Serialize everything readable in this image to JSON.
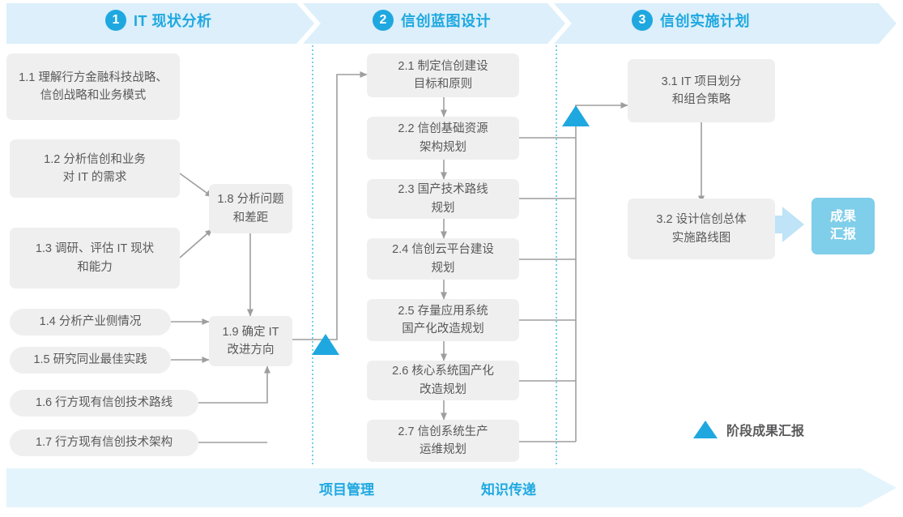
{
  "phases": [
    {
      "num": "1",
      "title": "IT 现状分析"
    },
    {
      "num": "2",
      "title": "信创蓝图设计"
    },
    {
      "num": "3",
      "title": "信创实施计划"
    }
  ],
  "phase1_boxes": [
    {
      "id": "1.1",
      "text": "1.1 理解行方金融科技战略、\n信创战略和业务模式"
    },
    {
      "id": "1.2",
      "text": "1.2 分析信创和业务\n对 IT 的需求"
    },
    {
      "id": "1.3",
      "text": "1.3 调研、评估 IT 现状\n和能力"
    },
    {
      "id": "1.4",
      "text": "1.4 分析产业侧情况"
    },
    {
      "id": "1.5",
      "text": "1.5 研究同业最佳实践"
    },
    {
      "id": "1.6",
      "text": "1.6 行方现有信创技术路线"
    },
    {
      "id": "1.7",
      "text": "1.7 行方现有信创技术架构"
    },
    {
      "id": "1.8",
      "text": "1.8 分析问题\n和差距"
    },
    {
      "id": "1.9",
      "text": "1.9 确定 IT\n改进方向"
    }
  ],
  "phase2_boxes": [
    {
      "id": "2.1",
      "text": "2.1 制定信创建设\n目标和原则"
    },
    {
      "id": "2.2",
      "text": "2.2 信创基础资源\n架构规划"
    },
    {
      "id": "2.3",
      "text": "2.3 国产技术路线\n规划"
    },
    {
      "id": "2.4",
      "text": "2.4 信创云平台建设\n规划"
    },
    {
      "id": "2.5",
      "text": "2.5 存量应用系统\n国产化改造规划"
    },
    {
      "id": "2.6",
      "text": "2.6 核心系统国产化\n改造规划"
    },
    {
      "id": "2.7",
      "text": "2.7 信创系统生产\n运维规划"
    }
  ],
  "phase3_boxes": [
    {
      "id": "3.1",
      "text": "3.1 IT 项目划分\n和组合策略"
    },
    {
      "id": "3.2",
      "text": "3.2 设计信创总体\n实施路线图"
    }
  ],
  "result_badge": {
    "text": "成果\n汇报"
  },
  "legend": {
    "text": "阶段成果汇报"
  },
  "bottom_bar": {
    "labels": [
      "项目管理",
      "知识传递"
    ]
  },
  "colors": {
    "accent_blue": "#1FA8E0",
    "phase_bar_bg": "#DCEFFA",
    "bottom_bar_bg": "#E3F4FC",
    "box_bg": "#EFEFEF",
    "box_text": "#59595B",
    "badge_bg": "#7FCEEA",
    "badge_arrow": "#BFE3F7",
    "connector": "#9E9E9E",
    "divider_dotted": "#3FB8E8"
  }
}
